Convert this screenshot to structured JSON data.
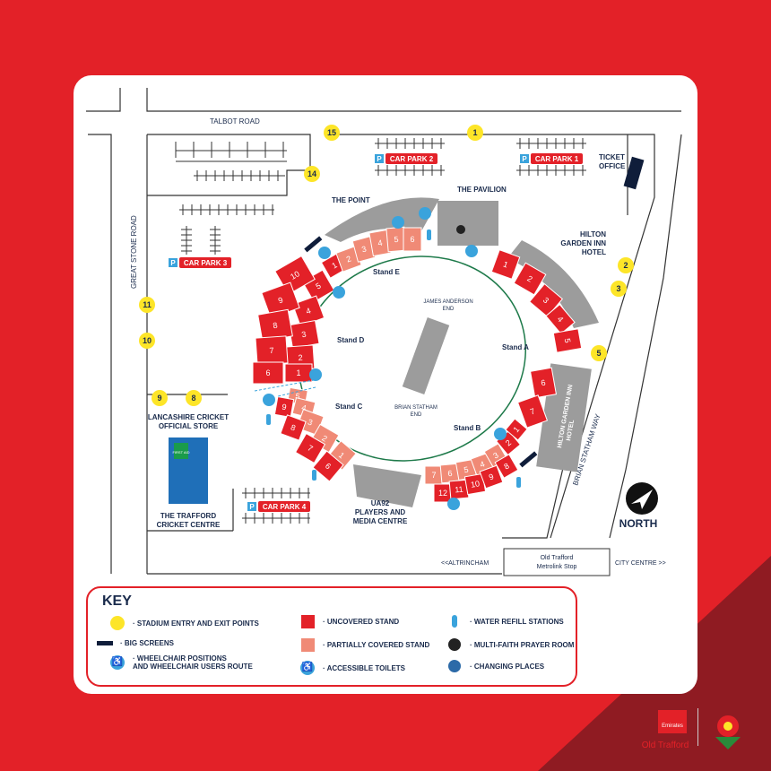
{
  "roads": {
    "talbot_road": "TALBOT ROAD",
    "great_stone_road": "GREAT STONE ROAD",
    "brian_statham_way": "BRIAN STATHAM WAY",
    "altrincham": "<<ALTRINCHAM",
    "city_centre": "CITY CENTRE >>"
  },
  "places": {
    "the_point": "THE POINT",
    "the_pavilion": "THE PAVILION",
    "ticket_office": [
      "TICKET",
      "OFFICE"
    ],
    "hilton_hotel": [
      "HILTON",
      "GARDEN INN",
      "HOTEL"
    ],
    "hilton_building": [
      "HILTON GARDEN INN",
      "HOTEL"
    ],
    "official_store": [
      "LANCASHIRE CRICKET",
      "OFFICIAL STORE"
    ],
    "trafford_centre": [
      "THE TRAFFORD",
      "CRICKET CENTRE"
    ],
    "media_centre": [
      "UA92",
      "PLAYERS AND",
      "MEDIA CENTRE"
    ],
    "metrolink": [
      "Old Trafford",
      "Metrolink Stop"
    ],
    "north": "NORTH",
    "first_aid": "FIRST AID"
  },
  "car_parks": [
    {
      "label": "CAR PARK 1"
    },
    {
      "label": "CAR PARK 2"
    },
    {
      "label": "CAR PARK 3"
    },
    {
      "label": "CAR PARK 4"
    }
  ],
  "parking_symbol": "P",
  "stands": {
    "stand_a": "Stand A",
    "stand_b": "Stand B",
    "stand_c": "Stand C",
    "stand_d": "Stand D",
    "stand_e": "Stand E",
    "north_end": [
      "JAMES ANDERSON",
      "END"
    ],
    "south_end": [
      "BRIAN STATHAM",
      "END"
    ]
  },
  "entry_points": [
    "1",
    "2",
    "3",
    "5",
    "8",
    "9",
    "10",
    "11",
    "14",
    "15"
  ],
  "blocks": {
    "stand_a_north": [
      "1",
      "2",
      "3",
      "4",
      "5"
    ],
    "stand_a_south": [
      "6",
      "7"
    ],
    "stand_b": [
      "1",
      "2",
      "3",
      "4",
      "5",
      "6",
      "7",
      "8",
      "9",
      "10",
      "11",
      "12"
    ],
    "stand_c": [
      "1",
      "2",
      "3",
      "4",
      "5",
      "6",
      "7",
      "8",
      "9"
    ],
    "stand_d": [
      "1",
      "2",
      "3",
      "4",
      "5",
      "6",
      "7",
      "8",
      "9",
      "10"
    ],
    "stand_e": [
      "1",
      "2",
      "3",
      "4",
      "5",
      "6"
    ]
  },
  "key": {
    "title": "KEY",
    "entry": "· STADIUM ENTRY AND EXIT POINTS",
    "screens": "· BIG SCREENS",
    "wheelchair_1": "· WHEELCHAIR POSITIONS",
    "wheelchair_2": "AND WHEELCHAIR USERS ROUTE",
    "uncovered": "· UNCOVERED STAND",
    "partially": "· PARTIALLY COVERED STAND",
    "toilets": "· ACCESSIBLE TOILETS",
    "water": "· WATER REFILL STATIONS",
    "prayer": "· MULTI-FAITH PRAYER ROOM",
    "changing": "· CHANGING PLACES"
  },
  "brand": {
    "emirates": "Emirates",
    "old_trafford": "Old Trafford"
  },
  "colors": {
    "background": "#e32128",
    "uncovered": "#e32128",
    "partially_covered": "#f08a76",
    "entry_point": "#fde528",
    "navy": "#1a2b4c",
    "accessible": "#3aa3dc",
    "pitch_outline": "#1e7a4a"
  }
}
